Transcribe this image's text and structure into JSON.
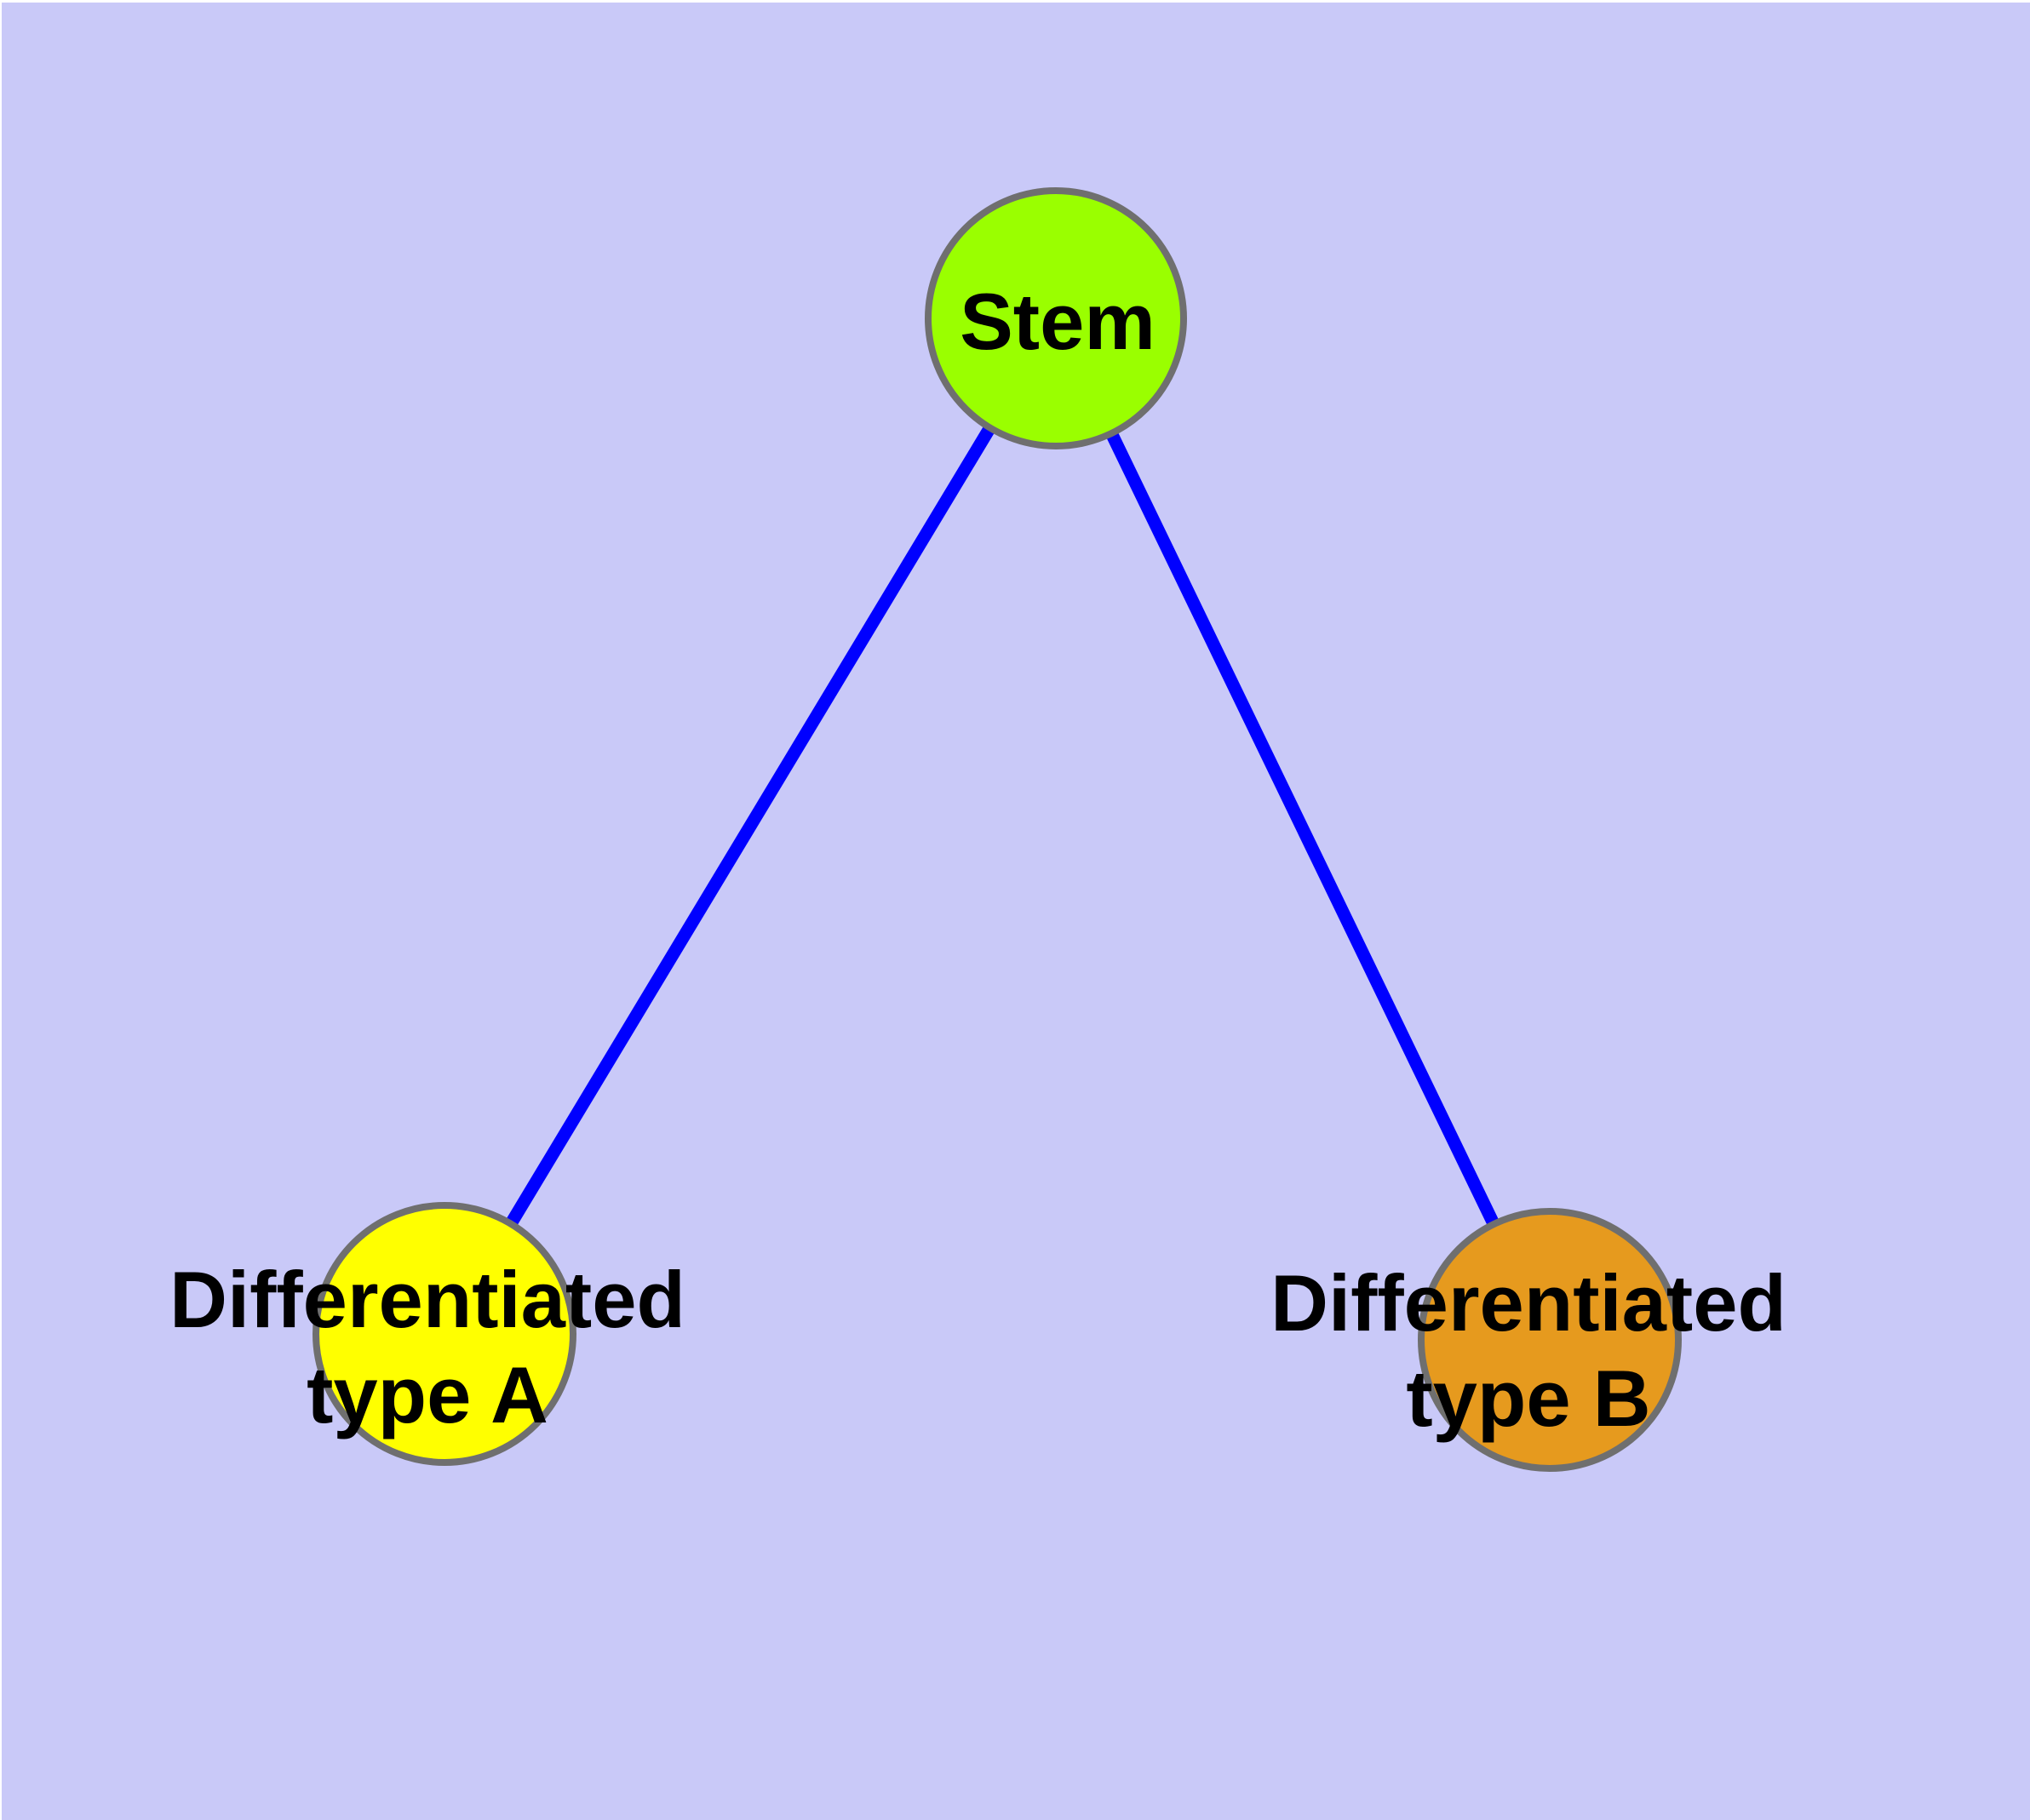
{
  "diagram": {
    "title": "",
    "background_color": "#c9c9f8",
    "edge_color": "#0000ff",
    "node_border_color": "#6f6f6f",
    "label_text_color": "#000000",
    "nodes": {
      "stem": {
        "label": "Stem",
        "fill": "#9aff00"
      },
      "diff_a": {
        "label_line1": "Differentiated",
        "label_line2": "type A",
        "fill": "#ffff00"
      },
      "diff_b": {
        "label_line1": "Differentiated",
        "label_line2": "type B",
        "fill": "#e69a1e"
      }
    },
    "edges": [
      {
        "from": "Stem",
        "to": "Differentiated type A"
      },
      {
        "from": "Stem",
        "to": "Differentiated type B"
      }
    ]
  }
}
